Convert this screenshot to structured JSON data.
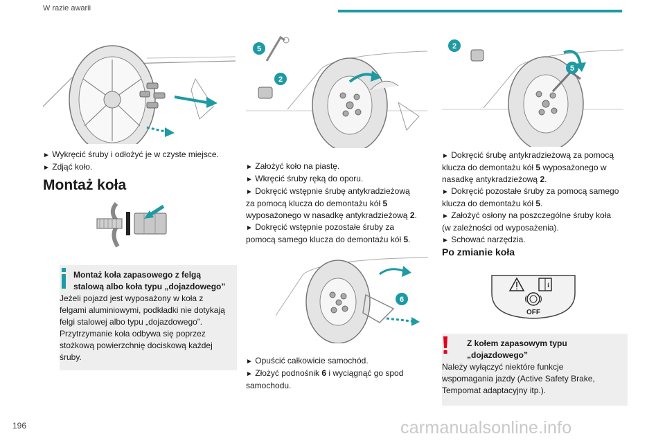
{
  "header": {
    "section_title": "W razie awarii",
    "page_number": "196"
  },
  "colors": {
    "accent": "#1d9aa3",
    "info": "#1d9aa3",
    "warning": "#e2001a",
    "callout": "#1d9aa3"
  },
  "glyphs": {
    "step_arrow": "►",
    "info_mark": "i",
    "warning_mark": "!"
  },
  "callouts": {
    "n2": "2",
    "n5": "5",
    "n6": "6"
  },
  "col1": {
    "steps": [
      "Wykręcić śruby i odłożyć je w czyste miejsce.",
      "Zdjąć koło."
    ],
    "section_heading": "Montaż koła",
    "info": {
      "title_line1": "Montaż koła zapasowego z felgą",
      "title_line2": "stalową albo koła typu „dojazdowego”",
      "body": [
        "Jeżeli pojazd jest wyposażony w koła z",
        "felgami aluminiowymi, podkładki nie dotykają",
        "felgi stalowej albo typu „dojazdowego”.",
        "Przytrzymanie koła odbywa się poprzez",
        "stożkową powierzchnię dociskową każdej",
        "śruby."
      ]
    }
  },
  "col2": {
    "steps_top": [
      "Założyć koło na piastę.",
      "Wkręcić śruby ręką do oporu.",
      "Dokręcić wstępnie śrubę antykradzieżową",
      "za pomocą klucza do demontażu kół",
      "5",
      "wyposażonego w nasadkę antykradzieżową",
      "2",
      ".",
      "Dokręcić wstępnie pozostałe śruby za",
      "pomocą samego klucza do demontażu kół",
      "5",
      "."
    ],
    "steps_bottom": [
      "Opuścić całkowicie samochód.",
      "Złożyć podnośnik",
      "6",
      "i wyciągnąć go spod",
      "samochodu."
    ]
  },
  "col3": {
    "steps": [
      "Dokręcić śrubę antykradzieżową za pomocą",
      "klucza do demontażu kół",
      "5",
      "wyposażonego w",
      "nasadkę antykradzieżową",
      "2",
      ".",
      "Dokręcić pozostałe śruby za pomocą samego",
      "klucza do demontażu kół",
      "5",
      ".",
      "Założyć osłony na poszczególne śruby koła",
      "(w zależności od wyposażenia).",
      "Schować narzędzia."
    ],
    "subheading": "Po zmianie koła",
    "panel": {
      "off_label": "OFF"
    },
    "warning": {
      "title_line1": "Z kołem zapasowym typu",
      "title_line2": "„dojazdowego”",
      "body": [
        "Należy wyłączyć niektóre funkcje",
        "wspomagania jazdy (Active Safety Brake,",
        "Tempomat adaptacyjny itp.)."
      ]
    }
  },
  "footer": {
    "watermark": "carmanualsonline.info"
  }
}
